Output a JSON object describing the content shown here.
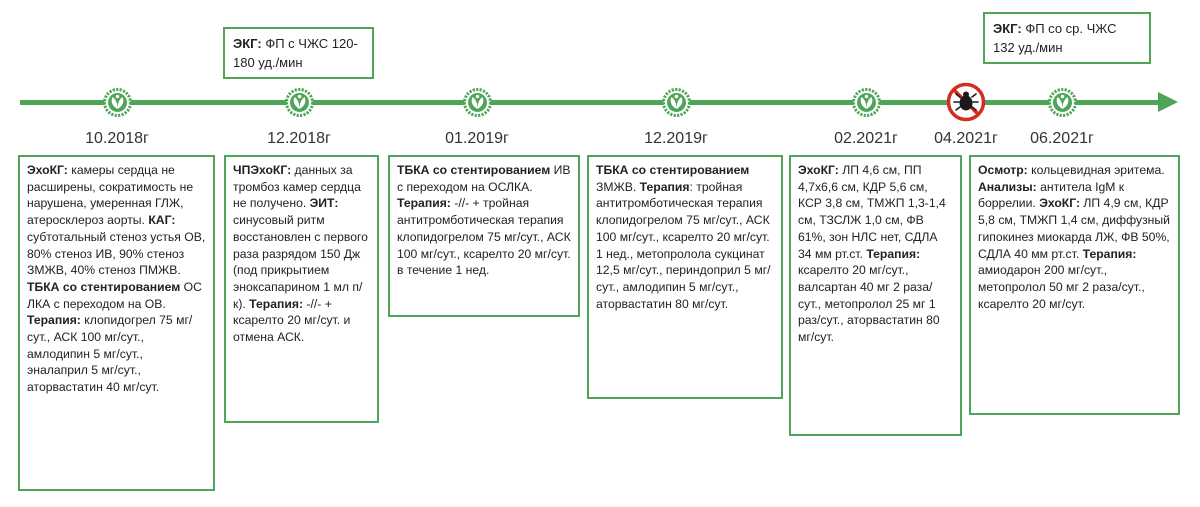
{
  "colors": {
    "accent": "#4fa557",
    "tick_marker": "#d62b1f",
    "text": "#222222"
  },
  "icons": {
    "event_marker": "leaf-logo-icon",
    "tick_marker": "tick-bug-icon"
  },
  "ecg_notes": [
    {
      "id": "ecg1",
      "segments": [
        {
          "t": "ЭКГ:",
          "b": true
        },
        {
          "t": " ФП с ЧЖС 120-180 уд./мин"
        }
      ]
    },
    {
      "id": "ecg2",
      "segments": [
        {
          "t": "ЭКГ:",
          "b": true
        },
        {
          "t": " ФП со ср. ЧЖС 132 уд./мин"
        }
      ]
    }
  ],
  "events": [
    {
      "date": "10.2018г",
      "marker": "leaf",
      "segments": [
        {
          "t": "ЭхоКГ:",
          "b": true
        },
        {
          "t": " камеры сердца не расширены, сократимость не нарушена, умеренная ГЛЖ, атеросклероз аорты. "
        },
        {
          "t": "КАГ:",
          "b": true
        },
        {
          "t": " субтотальный стеноз устья ОВ, 80% стеноз ИВ, 90% стеноз ЗМЖВ, 40% стеноз ПМЖВ. "
        },
        {
          "t": "ТБКА со стентированием",
          "b": true
        },
        {
          "t": " ОС ЛКА с переходом на ОВ. "
        },
        {
          "t": "Терапия:",
          "b": true
        },
        {
          "t": " клопидогрел 75 мг/сут., АСК 100 мг/сут., амлодипин 5 мг/сут., эналаприл 5 мг/сут., аторвастатин 40 мг/сут."
        }
      ]
    },
    {
      "date": "12.2018г",
      "marker": "leaf",
      "segments": [
        {
          "t": "ЧПЭхоКГ:",
          "b": true
        },
        {
          "t": " данных за тромбоз камер сердца не получено. "
        },
        {
          "t": "ЭИТ:",
          "b": true
        },
        {
          "t": " синусовый ритм восстановлен с первого раза разрядом 150 Дж (под прикрытием эноксапарином 1 мл п/к). "
        },
        {
          "t": "Терапия:",
          "b": true
        },
        {
          "t": " -//- + ксарелто 20 мг/сут. и отмена АСК."
        }
      ]
    },
    {
      "date": "01.2019г",
      "marker": "leaf",
      "segments": [
        {
          "t": "ТБКА со стентированием",
          "b": true
        },
        {
          "t": " ИВ с переходом на ОСЛКА. "
        },
        {
          "t": "Терапия:",
          "b": true
        },
        {
          "t": " -//- + тройная антитромботическая терапия клопидогрелом 75 мг/сут., АСК 100 мг/сут., ксарелто 20 мг/сут. в течение 1 нед."
        }
      ]
    },
    {
      "date": "12.2019г",
      "marker": "leaf",
      "segments": [
        {
          "t": "ТБКА со стентированием",
          "b": true
        },
        {
          "t": " ЗМЖВ. "
        },
        {
          "t": "Терапия",
          "b": true
        },
        {
          "t": ": тройная антитромботическая терапия клопидогрелом 75 мг/сут., АСК 100 мг/сут., ксарелто 20 мг/сут. 1 нед., метопролола сукцинат 12,5 мг/сут., периндоприл 5 мг/сут., амлодипин 5 мг/сут., аторвастатин 80 мг/сут."
        }
      ]
    },
    {
      "date": "02.2021г",
      "marker": "leaf",
      "segments": [
        {
          "t": "ЭхоКГ:",
          "b": true
        },
        {
          "t": " ЛП 4,6 см, ПП 4,7х6,6 см, КДР 5,6 см, КСР 3,8 см, ТМЖП 1,3-1,4 см, ТЗСЛЖ 1,0 см, ФВ 61%, зон НЛС нет, СДЛА 34 мм рт.ст. "
        },
        {
          "t": "Терапия:",
          "b": true
        },
        {
          "t": " ксарелто 20 мг/сут., валсартан 40 мг 2 раза/сут., метопролол 25 мг 1 раз/сут., аторвастатин 80 мг/сут."
        }
      ]
    },
    {
      "date": "04.2021г",
      "marker": "tick",
      "segments": []
    },
    {
      "date": "06.2021г",
      "marker": "leaf",
      "segments": [
        {
          "t": "Осмотр:",
          "b": true
        },
        {
          "t": " кольцевидная эритема. "
        },
        {
          "t": "Анализы:",
          "b": true
        },
        {
          "t": " антитела IgM к боррелии. "
        },
        {
          "t": "ЭхоКГ:",
          "b": true
        },
        {
          "t": " ЛП 4,9 см, КДР 5,8 см, ТМЖП 1,4 см, диффузный гипокинез миокарда ЛЖ, ФВ 50%, СДЛА 40 мм рт.ст. "
        },
        {
          "t": "Терапия:",
          "b": true
        },
        {
          "t": " амиодарон 200 мг/сут., метопролол 50 мг 2 раза/сут., ксарелто 20 мг/сут."
        }
      ]
    }
  ]
}
